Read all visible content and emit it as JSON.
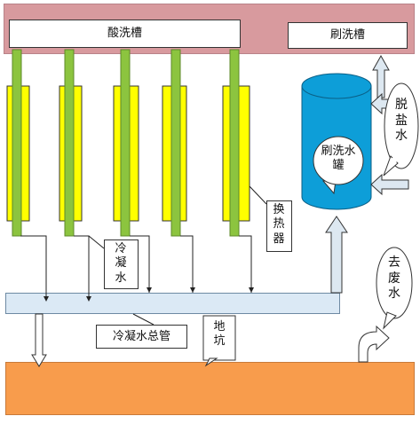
{
  "labels": {
    "acid_tank": "酸洗槽",
    "brush_tank": "刷洗槽",
    "desalted_water": "脱盐水",
    "brush_water_tank": "刷洗水罐",
    "condensate": "冷凝水",
    "heat_exchanger": "换热器",
    "condensate_main_pipe": "冷凝水总管",
    "pit": "地坑",
    "to_waste_water": "去废水"
  },
  "colors": {
    "top_frame": "#d89a9e",
    "heat_exchanger_fill": "#ffff00",
    "pipe_green": "#8cc43f",
    "main_pipe": "#dbe9f5",
    "pit": "#f89c4c",
    "water_tank": "#0d9ed8",
    "arrow_fill": "#dde8f1"
  }
}
